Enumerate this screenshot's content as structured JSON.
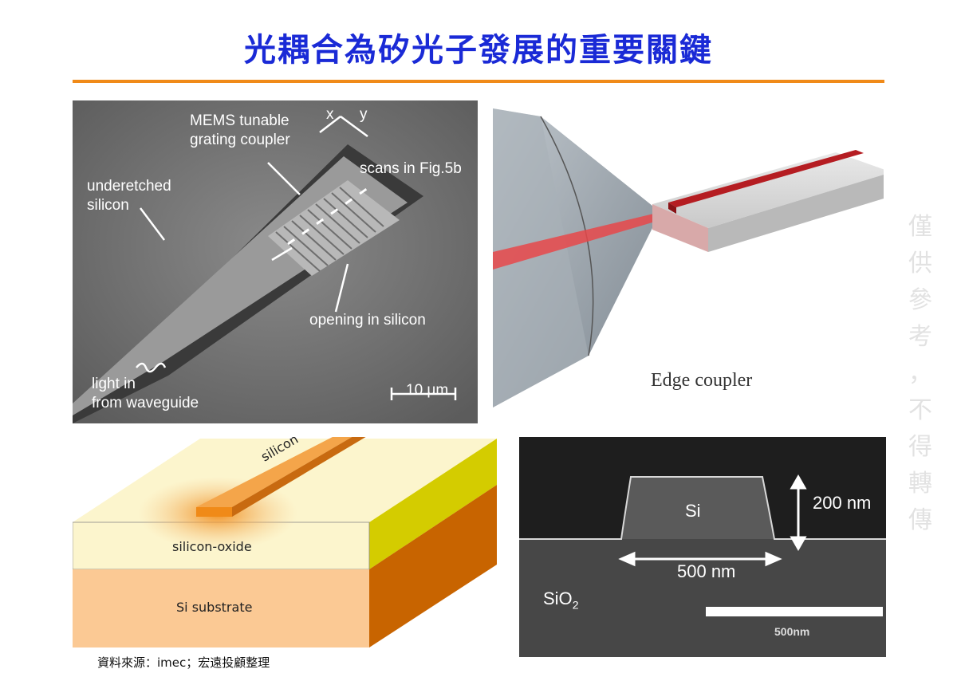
{
  "title": "光耦合為矽光子發展的重要關鍵",
  "mems_panel": {
    "label_mems": "MEMS tunable",
    "label_grating": "grating coupler",
    "label_underetched": "underetched",
    "label_silicon": "silicon",
    "label_scans": "scans in Fig.5b",
    "label_opening": "opening in silicon",
    "label_light": "light in",
    "label_from": "from waveguide",
    "axis_x": "x",
    "axis_y": "y",
    "scale_bar": "10 μm"
  },
  "edge_panel": {
    "label": "Edge coupler"
  },
  "soi_panel": {
    "waveguide": "silicon",
    "oxide": "silicon-oxide",
    "substrate": "Si substrate"
  },
  "sem_panel": {
    "si": "Si",
    "height": "200 nm",
    "width": "500 nm",
    "sio2_base": "SiO",
    "sio2_sub": "2",
    "scale": "500nm"
  },
  "watermark": [
    "僅",
    "供",
    "參",
    "考",
    "，",
    "不",
    "得",
    "轉",
    "傳"
  ],
  "source": "資料來源：imec；宏遠投顧整理",
  "colors": {
    "title": "#1a2ad6",
    "rule": "#f08a18"
  }
}
